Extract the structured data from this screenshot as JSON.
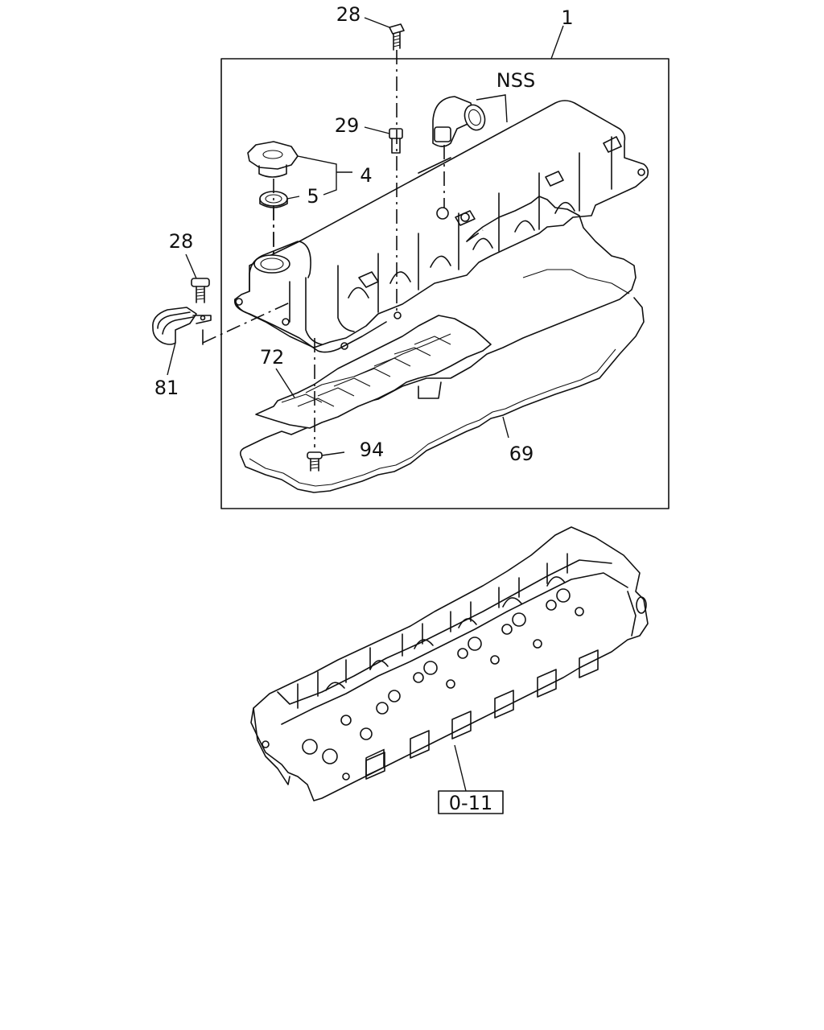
{
  "diagram": {
    "callouts": {
      "c_1": "1",
      "c_28_top": "28",
      "c_nss": "NSS",
      "c_29": "29",
      "c_4": "4",
      "c_5": "5",
      "c_28_left": "28",
      "c_81": "81",
      "c_72": "72",
      "c_69": "69",
      "c_94": "94"
    },
    "reference": "0-11"
  }
}
